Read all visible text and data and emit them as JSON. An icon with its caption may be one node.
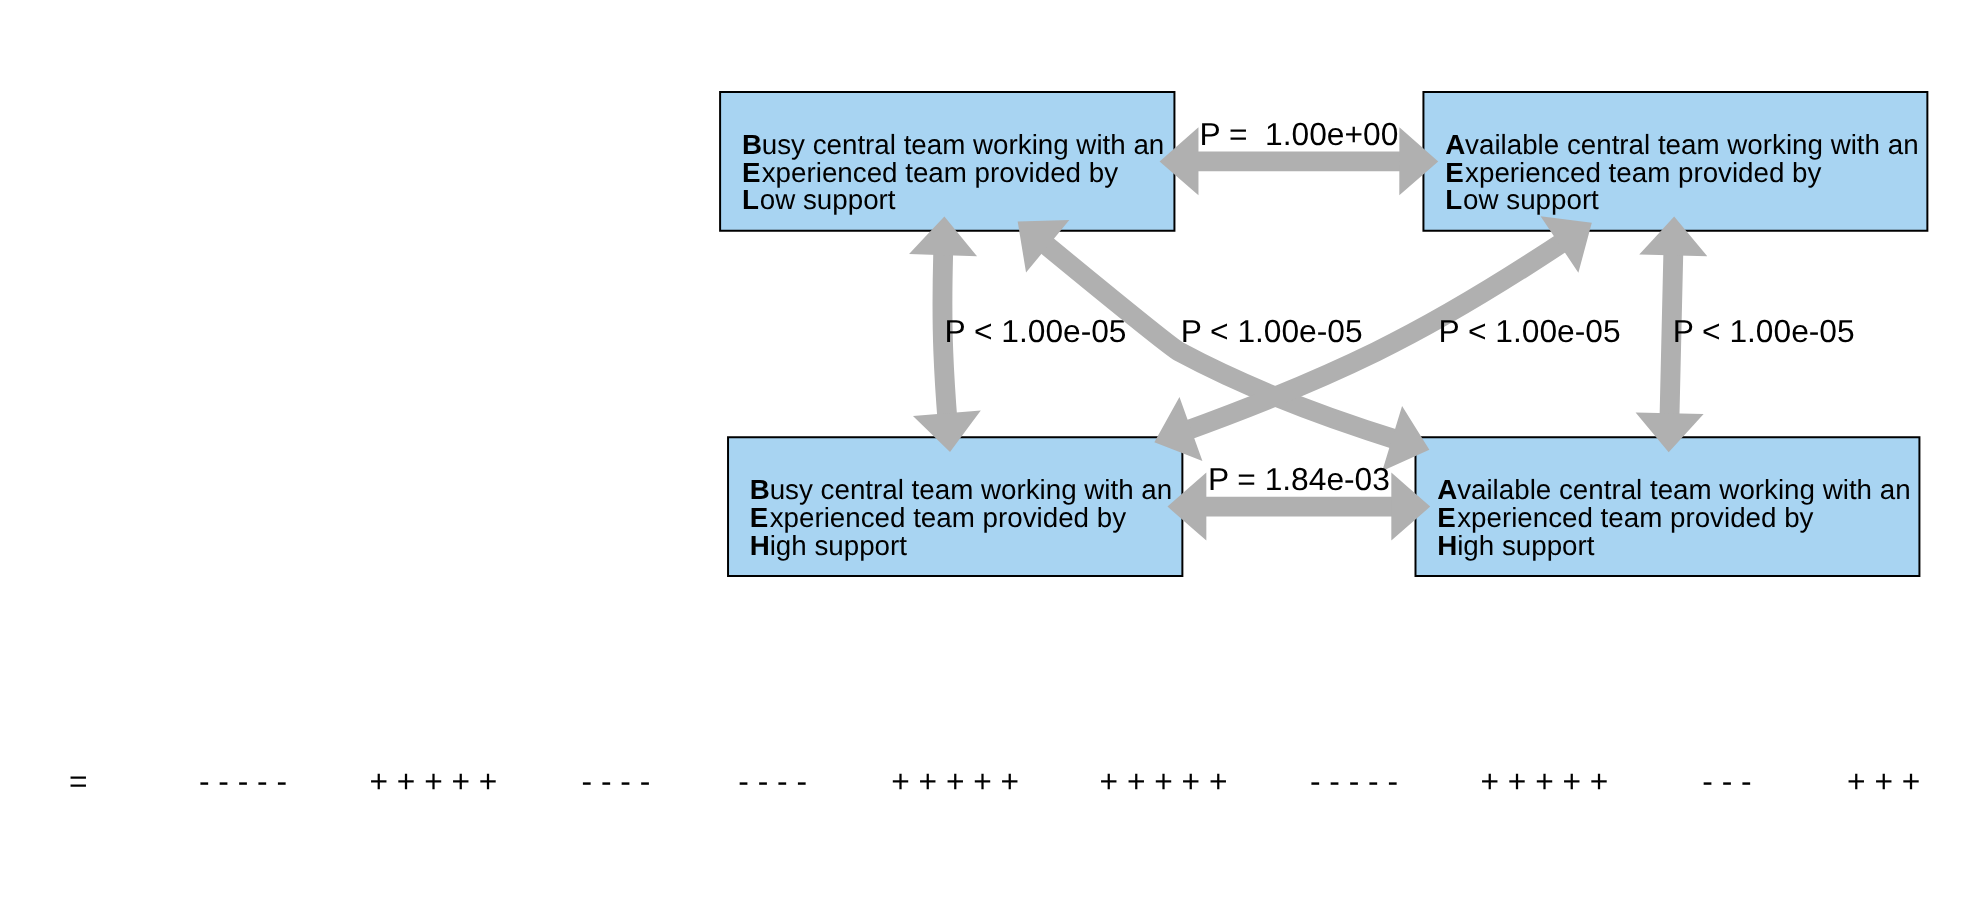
{
  "diagram": {
    "nodes": [
      {
        "text": [
          "**B**usy central team working with an **E**xperienced team provided by **L**ow support"
        ]
      },
      {
        "text": [
          "**A**vailable central team working with an **E**xperienced team provided by **L**ow support"
        ]
      },
      {
        "text": [
          "**B**usy central team working with an **E**xperienced team provided by **H**igh support"
        ]
      },
      {
        "text": [
          "**A**vailable central team working with an **E**xperienced team provided by **H**igh support"
        ]
      }
    ],
    "edges": [
      {
        "from": 0,
        "to": 1,
        "arrow": "both",
        "label": "P =  1.00e+00"
      },
      {
        "from": 0,
        "to": 2,
        "arrow": "both",
        "label": "P < 1.00e-05"
      },
      {
        "from": 1,
        "to": 2,
        "arrow": "both",
        "label": "P < 1.00e-05"
      },
      {
        "from": 0,
        "to": 3,
        "arrow": "both",
        "label": "P < 1.00e-05"
      },
      {
        "from": 1,
        "to": 3,
        "arrow": "both",
        "label": "P < 1.00e-05"
      },
      {
        "from": 2,
        "to": 3,
        "arrow": "both",
        "label": "P = 1.84e-03"
      }
    ],
    "labels": [
      "=",
      "- - - - -",
      "+ + + + +",
      "- - - -",
      "- - - -",
      "+ + + + +",
      "+ + + + +",
      "- - - - -",
      "+ + + + +",
      "- - -",
      "+ + +"
    ]
  }
}
